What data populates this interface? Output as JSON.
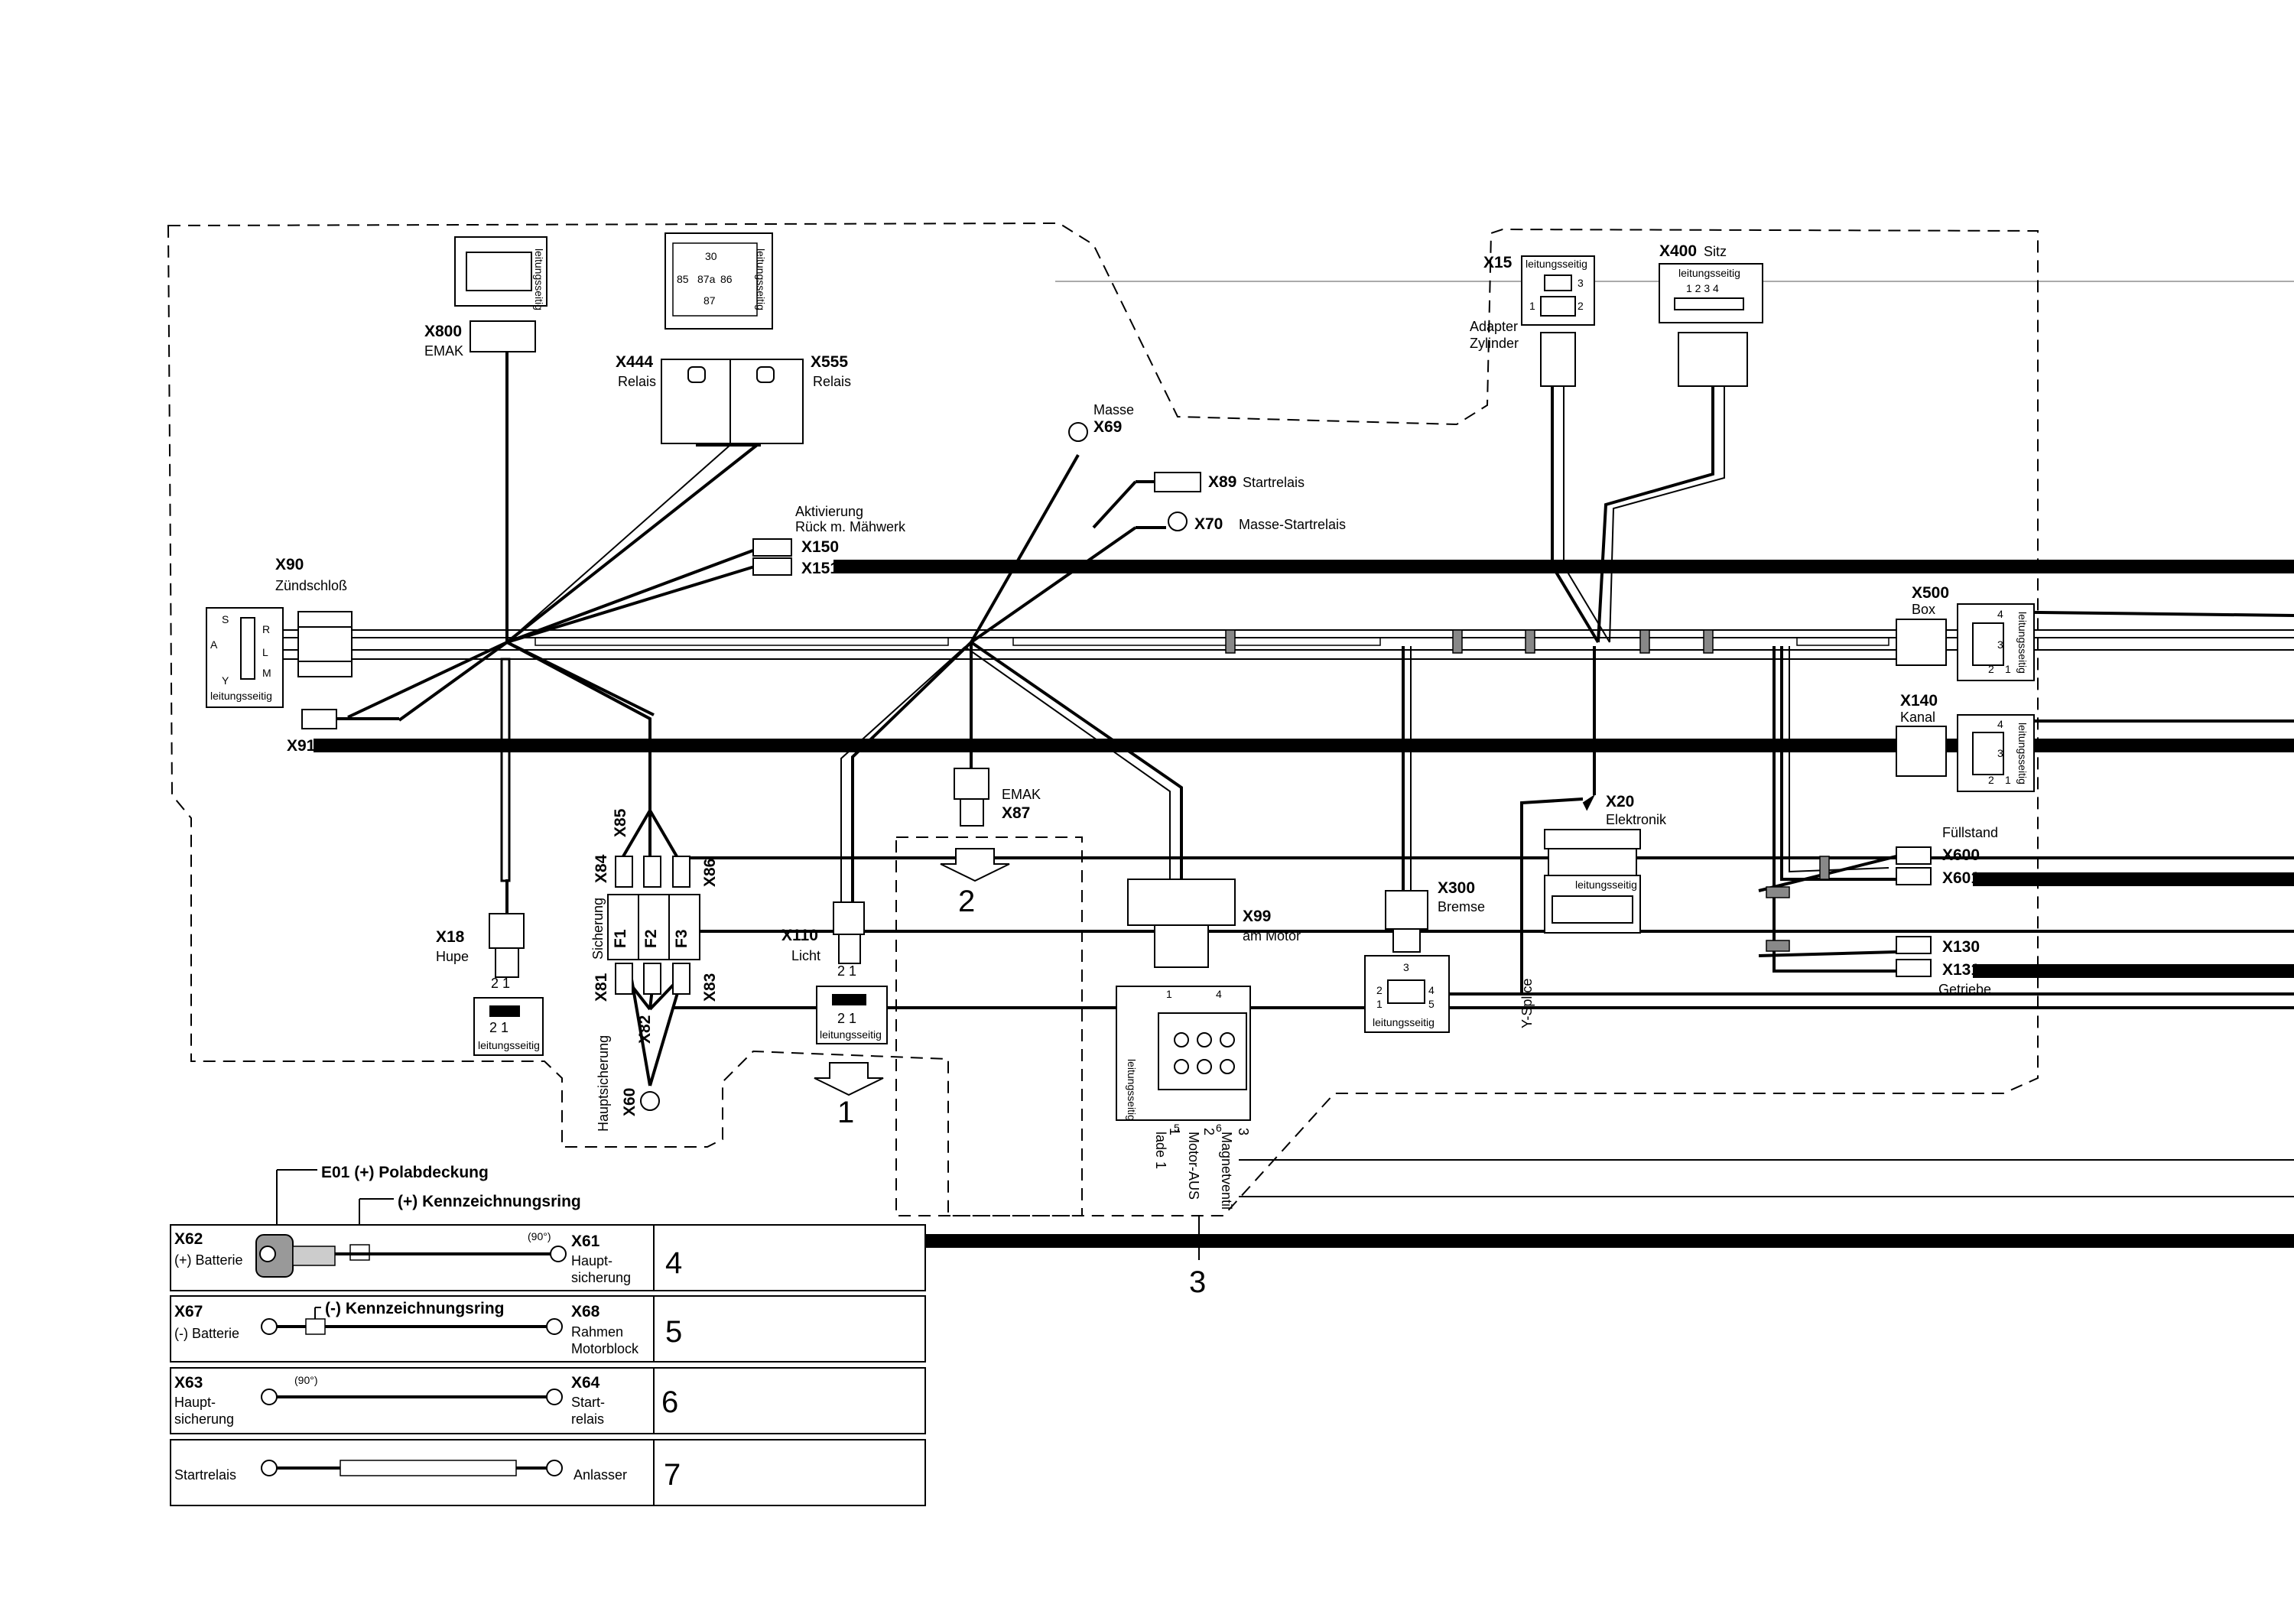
{
  "connectors": {
    "x800": {
      "id": "X800",
      "desc": "EMAK",
      "side": "leitungsseitig"
    },
    "relay_side": "leitungsseitig",
    "relay_pins": [
      "85",
      "87a",
      "86",
      "87",
      "30"
    ],
    "x444": {
      "id": "X444",
      "desc": "Relais"
    },
    "x555": {
      "id": "X555",
      "desc": "Relais"
    },
    "x69": {
      "id": "X69",
      "desc": "Masse"
    },
    "x89": {
      "id": "X89",
      "desc": "Startrelais"
    },
    "x70": {
      "id": "X70",
      "desc": "Masse-Startrelais"
    },
    "x150": {
      "id": "X150",
      "desc": "Aktivierung",
      "desc2": "Rück m. Mähwerk"
    },
    "x151": {
      "id": "X151"
    },
    "x90": {
      "id": "X90",
      "desc": "Zündschloß",
      "side": "leitungsseitig",
      "pins": [
        "S",
        "R",
        "A",
        "L",
        "Y",
        "M"
      ]
    },
    "x91": {
      "id": "X91"
    },
    "x18": {
      "id": "X18",
      "desc": "Hupe",
      "pins": "2  1",
      "side": "leitungsseitig"
    },
    "fuses": {
      "x85": "X85",
      "x84": "X84",
      "x86": "X86",
      "x81": "X81",
      "x82": "X82",
      "x83": "X83",
      "f1": "F1",
      "f2": "F2",
      "f3": "F3",
      "sicherung": "Sicherung",
      "haupt": "Hauptsicherung",
      "x60": "X60"
    },
    "x110": {
      "id": "X110",
      "desc": "Licht",
      "pins": "2  1",
      "side": "leitungsseitig"
    },
    "x87": {
      "id": "X87",
      "desc": "EMAK"
    },
    "x99": {
      "id": "X99",
      "desc": "am Motor",
      "side": "leitungsseitig",
      "pin_labels": [
        "1",
        "2",
        "3"
      ],
      "pin_numbers": [
        "1",
        "4",
        "5",
        "6"
      ],
      "func1": "lade 1",
      "func2": "Motor-AUS",
      "func3": "Magnetventil"
    },
    "x300": {
      "id": "X300",
      "desc": "Bremse",
      "side": "leitungsseitig",
      "pins": [
        "1",
        "2",
        "3",
        "4",
        "5"
      ]
    },
    "x15": {
      "id": "X15",
      "desc": "Adapter",
      "desc2": "Zylinder",
      "side": "leitungsseitig",
      "pins": [
        "3",
        "1",
        "2"
      ]
    },
    "x400": {
      "id": "X400",
      "desc": "Sitz",
      "side": "leitungsseitig",
      "pins": "1  2  3  4"
    },
    "x20": {
      "id": "X20",
      "desc": "Elektronik",
      "side": "leitungsseitig"
    },
    "x500": {
      "id": "X500",
      "desc": "Box",
      "side": "leitungsseitig",
      "pins": [
        "1",
        "2",
        "3",
        "4"
      ]
    },
    "x140": {
      "id": "X140",
      "desc": "Kanal",
      "side": "leitungsseitig",
      "pins": [
        "1",
        "2",
        "3",
        "4"
      ]
    },
    "x600": {
      "id": "X600",
      "desc": "Füllstand"
    },
    "x601": {
      "id": "X601"
    },
    "x130": {
      "id": "X130"
    },
    "x131": {
      "id": "X131",
      "desc": "Getriebe"
    },
    "ysplice": "Y-Splice"
  },
  "arrows": [
    "1",
    "2",
    "3"
  ],
  "cables": {
    "e01": "E01 (+) Polabdeckung",
    "kring_plus": "(+) Kennzeichnungsring",
    "kring_minus": "(-) Kennzeichnungsring",
    "angle": "(90°)",
    "row4": {
      "left_id": "X62",
      "left_desc": "(+) Batterie",
      "right_id": "X61",
      "right_desc1": "Haupt-",
      "right_desc2": "sicherung",
      "num": "4"
    },
    "row5": {
      "left_id": "X67",
      "left_desc": "(-) Batterie",
      "right_id": "X68",
      "right_desc1": "Rahmen",
      "right_desc2": "Motorblock",
      "num": "5"
    },
    "row6": {
      "left_id": "X63",
      "left_desc1": "Haupt-",
      "left_desc2": "sicherung",
      "right_id": "X64",
      "right_desc1": "Start-",
      "right_desc2": "relais",
      "num": "6"
    },
    "row7": {
      "left_desc": "Startrelais",
      "right_desc": "Anlasser",
      "num": "7"
    }
  }
}
